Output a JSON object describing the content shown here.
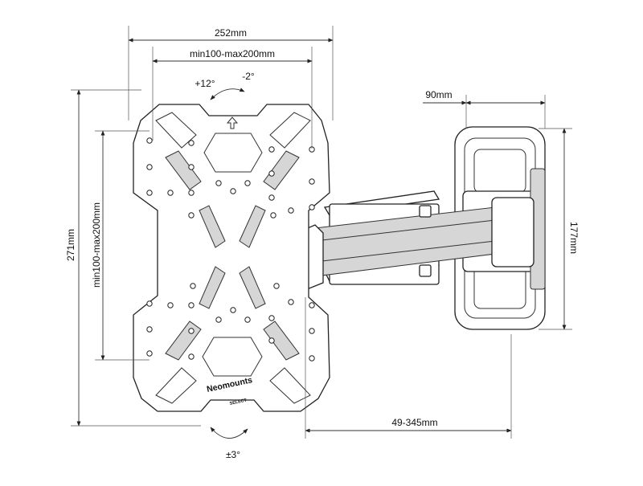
{
  "dimensions": {
    "plate_width": "252mm",
    "vesa_horizontal": "min100-max200mm",
    "plate_height": "271mm",
    "vesa_vertical": "min100-max200mm",
    "mount_width": "90mm",
    "mount_height": "177mm",
    "arm_extension": "49-345mm"
  },
  "rotation": {
    "tilt_up": "+12°",
    "tilt_down": "-2°",
    "rotate": "±3°"
  },
  "branding": {
    "brand": "Neomounts",
    "line": "SELECT"
  }
}
